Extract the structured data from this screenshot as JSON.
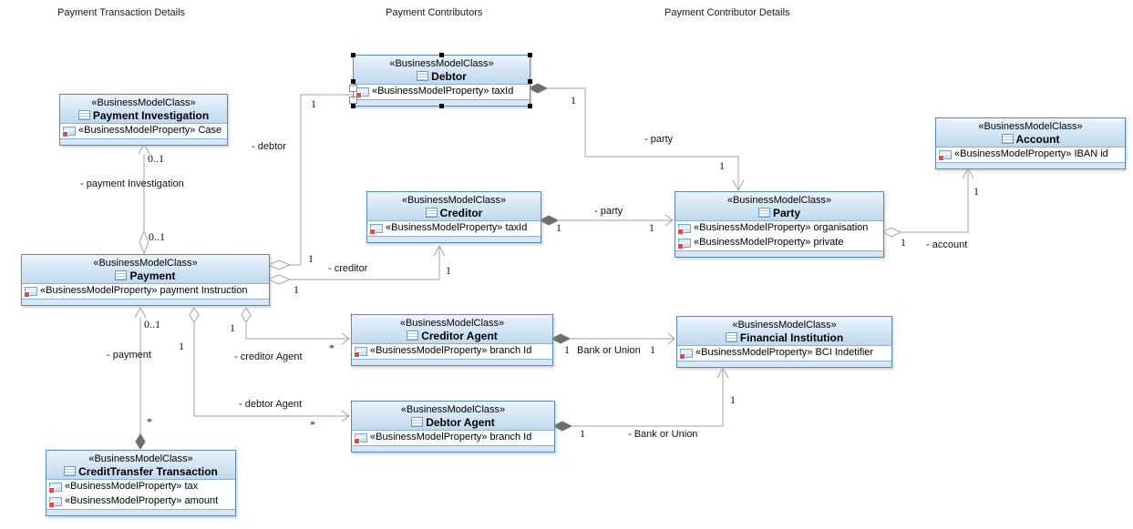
{
  "diagram": {
    "lane_headers": [
      {
        "label": "Payment Transaction Details"
      },
      {
        "label": "Payment Contributors"
      },
      {
        "label": "Payment Contributor Details"
      }
    ]
  },
  "classes": [
    {
      "stereotype": "«BusinessModelClass»",
      "name": "Payment Investigation",
      "attributes": [
        {
          "label": "«BusinessModelProperty» Case"
        }
      ],
      "selected": false
    },
    {
      "stereotype": "«BusinessModelClass»",
      "name": "Debtor",
      "attributes": [
        {
          "label": "«BusinessModelProperty» taxId"
        }
      ],
      "selected": true
    },
    {
      "stereotype": "«BusinessModelClass»",
      "name": "Creditor",
      "attributes": [
        {
          "label": "«BusinessModelProperty» taxId"
        }
      ],
      "selected": false
    },
    {
      "stereotype": "«BusinessModelClass»",
      "name": "Party",
      "attributes": [
        {
          "label": "«BusinessModelProperty» organisation"
        },
        {
          "label": "«BusinessModelProperty» private"
        }
      ],
      "selected": false
    },
    {
      "stereotype": "«BusinessModelClass»",
      "name": "Account",
      "attributes": [
        {
          "label": "«BusinessModelProperty» IBAN id"
        }
      ],
      "selected": false
    },
    {
      "stereotype": "«BusinessModelClass»",
      "name": "Payment",
      "attributes": [
        {
          "label": "«BusinessModelProperty» payment Instruction"
        }
      ],
      "selected": false
    },
    {
      "stereotype": "«BusinessModelClass»",
      "name": "Creditor Agent",
      "attributes": [
        {
          "label": "«BusinessModelProperty» branch Id"
        }
      ],
      "selected": false
    },
    {
      "stereotype": "«BusinessModelClass»",
      "name": "Financial Institution",
      "attributes": [
        {
          "label": "«BusinessModelProperty» BCI Indetifier"
        }
      ],
      "selected": false
    },
    {
      "stereotype": "«BusinessModelClass»",
      "name": "Debtor Agent",
      "attributes": [
        {
          "label": "«BusinessModelProperty» branch Id"
        }
      ],
      "selected": false
    },
    {
      "stereotype": "«BusinessModelClass»",
      "name": "CreditTransfer Transaction",
      "attributes": [
        {
          "label": "«BusinessModelProperty» tax"
        },
        {
          "label": "«BusinessModelProperty» amount"
        }
      ],
      "selected": false
    }
  ],
  "associations": [
    {
      "id": "payment-investigation",
      "type": "aggregation",
      "source": "Payment",
      "target": "Payment Investigation",
      "role": "- payment Investigation",
      "source_mult": "0..1",
      "target_mult": "0..1"
    },
    {
      "id": "payment-debtor",
      "type": "aggregation",
      "source": "Payment",
      "target": "Debtor",
      "role": "- debtor",
      "source_mult": "1",
      "target_mult": "1"
    },
    {
      "id": "payment-creditor",
      "type": "aggregation",
      "source": "Payment",
      "target": "Creditor",
      "role": "- creditor",
      "source_mult": "1",
      "target_mult": "1"
    },
    {
      "id": "debtor-party",
      "type": "composition",
      "source": "Debtor",
      "target": "Party",
      "role": "- party",
      "source_mult": "1",
      "target_mult": "1"
    },
    {
      "id": "creditor-party",
      "type": "composition",
      "source": "Creditor",
      "target": "Party",
      "role": "- party",
      "source_mult": "1",
      "target_mult": "1"
    },
    {
      "id": "party-account",
      "type": "aggregation",
      "source": "Party",
      "target": "Account",
      "role": "- account",
      "source_mult": "1",
      "target_mult": "1"
    },
    {
      "id": "ctt-payment",
      "type": "composition",
      "source": "CreditTransfer Transaction",
      "target": "Payment",
      "role": "- payment",
      "source_mult": "*",
      "target_mult": "0..1"
    },
    {
      "id": "payment-creditor-agent",
      "type": "aggregation",
      "source": "Payment",
      "target": "Creditor Agent",
      "role": "- creditor Agent",
      "source_mult": "1",
      "target_mult": "*"
    },
    {
      "id": "payment-debtor-agent",
      "type": "aggregation",
      "source": "Payment",
      "target": "Debtor Agent",
      "role": "- debtor Agent",
      "source_mult": "1",
      "target_mult": "*"
    },
    {
      "id": "creditor-agent-fi",
      "type": "composition",
      "source": "Creditor Agent",
      "target": "Financial Institution",
      "role": "Bank or Union",
      "source_mult": "1",
      "target_mult": "1"
    },
    {
      "id": "debtor-agent-fi",
      "type": "composition",
      "source": "Debtor Agent",
      "target": "Financial Institution",
      "role": "- Bank or Union",
      "source_mult": "1",
      "target_mult": "1"
    }
  ],
  "colors": {
    "box_border": "#5d89b0",
    "header_top": "#eaf3fb",
    "header_bottom": "#c0d9ee",
    "empty_compartment": "#d7e7f5",
    "connector": "#a3a3a3",
    "composition_diamond": "#6e6e6e",
    "property_icon_red": "#d44f4f"
  }
}
